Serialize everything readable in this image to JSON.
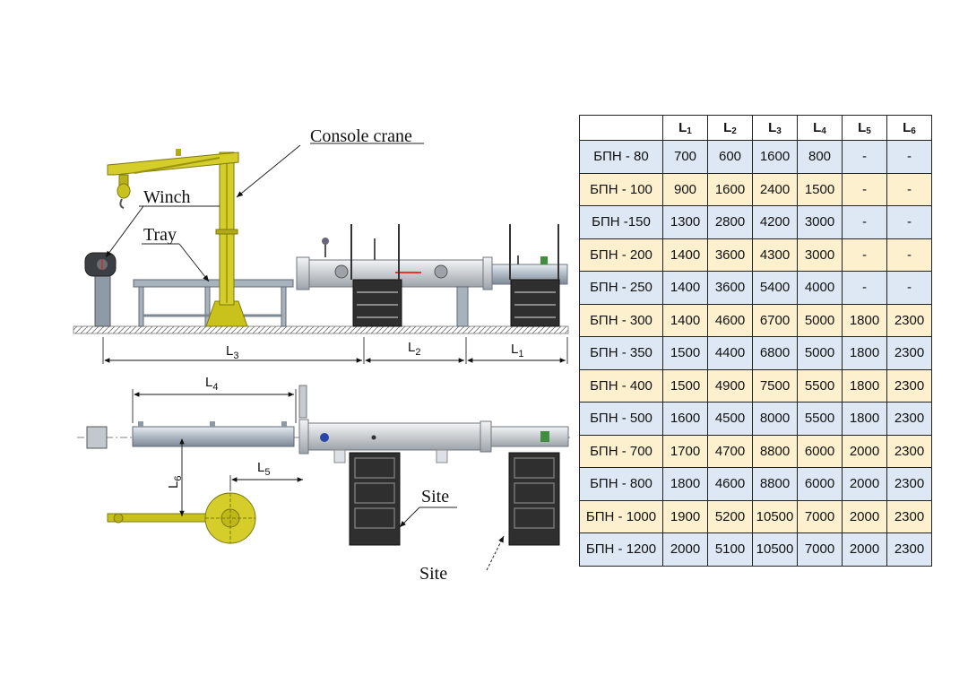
{
  "callouts": {
    "console_crane": "Console crane",
    "winch": "Winch",
    "tray": "Tray",
    "site_1": "Site",
    "site_2": "Site"
  },
  "dimensions": {
    "L1": {
      "letter": "L",
      "sub": "1"
    },
    "L2": {
      "letter": "L",
      "sub": "2"
    },
    "L3": {
      "letter": "L",
      "sub": "3"
    },
    "L4": {
      "letter": "L",
      "sub": "4"
    },
    "L5": {
      "letter": "L",
      "sub": "5"
    },
    "L6": {
      "letter": "L",
      "sub": "6"
    }
  },
  "colors": {
    "crane_yellow": "#c9c21c",
    "vessel_grey": "#c9cdd1",
    "platform_dark": "#2a2a2a",
    "row_blue": "#dde8f4",
    "row_cream": "#fdf0cf"
  },
  "table": {
    "headers": [
      {
        "main": "",
        "sub": ""
      },
      {
        "main": "L",
        "sub": "1"
      },
      {
        "main": "L",
        "sub": "2"
      },
      {
        "main": "L",
        "sub": "3"
      },
      {
        "main": "L",
        "sub": "4"
      },
      {
        "main": "L",
        "sub": "5"
      },
      {
        "main": "L",
        "sub": "6"
      }
    ],
    "rows": [
      {
        "model": "БПН - 80",
        "v": [
          "700",
          "600",
          "1600",
          "800",
          "-",
          "-"
        ]
      },
      {
        "model": "БПН - 100",
        "v": [
          "900",
          "1600",
          "2400",
          "1500",
          "-",
          "-"
        ]
      },
      {
        "model": "БПН -150",
        "v": [
          "1300",
          "2800",
          "4200",
          "3000",
          "-",
          "-"
        ]
      },
      {
        "model": "БПН - 200",
        "v": [
          "1400",
          "3600",
          "4300",
          "3000",
          "-",
          "-"
        ]
      },
      {
        "model": "БПН - 250",
        "v": [
          "1400",
          "3600",
          "5400",
          "4000",
          "-",
          "-"
        ]
      },
      {
        "model": "БПН - 300",
        "v": [
          "1400",
          "4600",
          "6700",
          "5000",
          "1800",
          "2300"
        ]
      },
      {
        "model": "БПН - 350",
        "v": [
          "1500",
          "4400",
          "6800",
          "5000",
          "1800",
          "2300"
        ]
      },
      {
        "model": "БПН - 400",
        "v": [
          "1500",
          "4900",
          "7500",
          "5500",
          "1800",
          "2300"
        ]
      },
      {
        "model": "БПН - 500",
        "v": [
          "1600",
          "4500",
          "8000",
          "5500",
          "1800",
          "2300"
        ]
      },
      {
        "model": "БПН - 700",
        "v": [
          "1700",
          "4700",
          "8800",
          "6000",
          "2000",
          "2300"
        ]
      },
      {
        "model": "БПН - 800",
        "v": [
          "1800",
          "4600",
          "8800",
          "6000",
          "2000",
          "2300"
        ]
      },
      {
        "model": "БПН - 1000",
        "v": [
          "1900",
          "5200",
          "10500",
          "7000",
          "2000",
          "2300"
        ]
      },
      {
        "model": "БПН - 1200",
        "v": [
          "2000",
          "5100",
          "10500",
          "7000",
          "2000",
          "2300"
        ]
      }
    ]
  }
}
